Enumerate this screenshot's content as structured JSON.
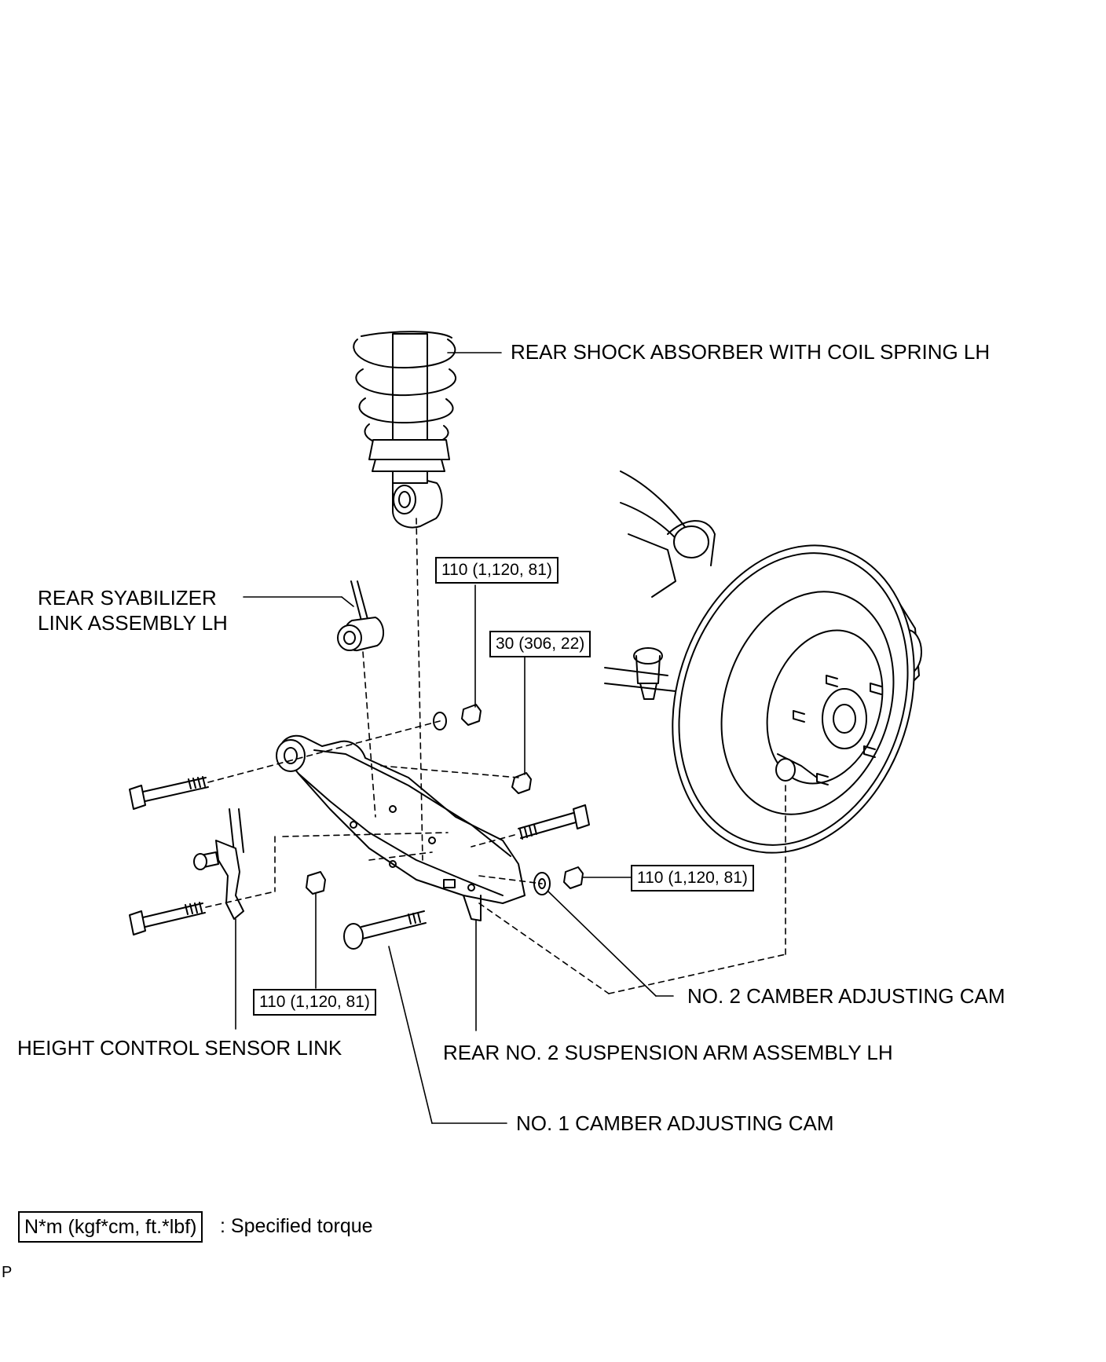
{
  "labels": {
    "shock_absorber": "REAR SHOCK ABSORBER WITH COIL SPRING LH",
    "stabilizer_link": "REAR SYABILIZER\nLINK ASSEMBLY LH",
    "camber_cam_2": "NO. 2 CAMBER ADJUSTING CAM",
    "height_sensor_link": "HEIGHT CONTROL SENSOR LINK",
    "suspension_arm": "REAR NO. 2 SUSPENSION ARM ASSEMBLY LH",
    "camber_cam_1": "NO. 1 CAMBER ADJUSTING CAM"
  },
  "torque_specs": {
    "upper_nut": "110 (1,120, 81)",
    "stabilizer_nut": "30 (306, 22)",
    "outer_nut": "110 (1,120, 81)",
    "inner_nut": "110 (1,120, 81)"
  },
  "legend": {
    "unit_box": "N*m (kgf*cm, ft.*lbf)",
    "description": ": Specified torque"
  },
  "page_code": "P"
}
